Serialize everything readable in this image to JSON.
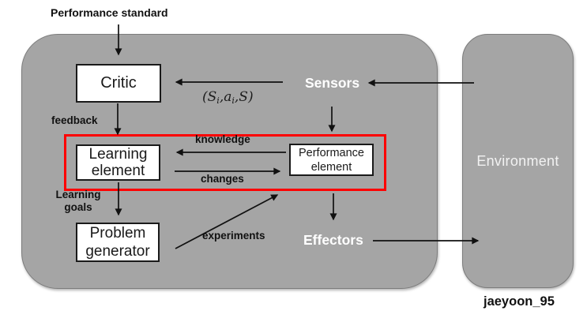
{
  "colors": {
    "agent_fill": "#a5a5a5",
    "agent_border": "#7c7c7c",
    "highlight": "#ff0000",
    "box_border": "#1a1a1a",
    "ink": "#111111",
    "io_text": "#ffffff"
  },
  "labels": {
    "performance_standard": "Performance standard",
    "feedback": "feedback",
    "knowledge": "knowledge",
    "changes": "changes",
    "learning_goals": "Learning\ngoals",
    "experiments": "experiments",
    "sensors": "Sensors",
    "effectors": "Effectors",
    "environment": "Environment",
    "watermark": "jaeyoon_95"
  },
  "percept_tuple": {
    "open": "(S",
    "sub_1": "i",
    "mid": ",a",
    "sub_2": "i",
    "close": ",S)"
  },
  "boxes": {
    "critic": "Critic",
    "learning_element": "Learning\nelement",
    "performance_element": "Performance\nelement",
    "problem_generator": "Problem\ngenerator"
  },
  "edges": [
    {
      "from": "performance-standard",
      "to": "critic",
      "label": ""
    },
    {
      "from": "sensors",
      "to": "critic",
      "label": "(Si,ai,S)"
    },
    {
      "from": "environment",
      "to": "sensors",
      "label": ""
    },
    {
      "from": "critic",
      "to": "learning-element",
      "label": "feedback"
    },
    {
      "from": "sensors",
      "to": "performance-element",
      "label": ""
    },
    {
      "from": "performance-element",
      "to": "learning-element",
      "label": "knowledge"
    },
    {
      "from": "learning-element",
      "to": "performance-element",
      "label": "changes"
    },
    {
      "from": "learning-element",
      "to": "problem-generator",
      "label": "Learning goals"
    },
    {
      "from": "problem-generator",
      "to": "performance-element",
      "label": "experiments"
    },
    {
      "from": "performance-element",
      "to": "effectors",
      "label": ""
    },
    {
      "from": "effectors",
      "to": "environment",
      "label": ""
    }
  ]
}
